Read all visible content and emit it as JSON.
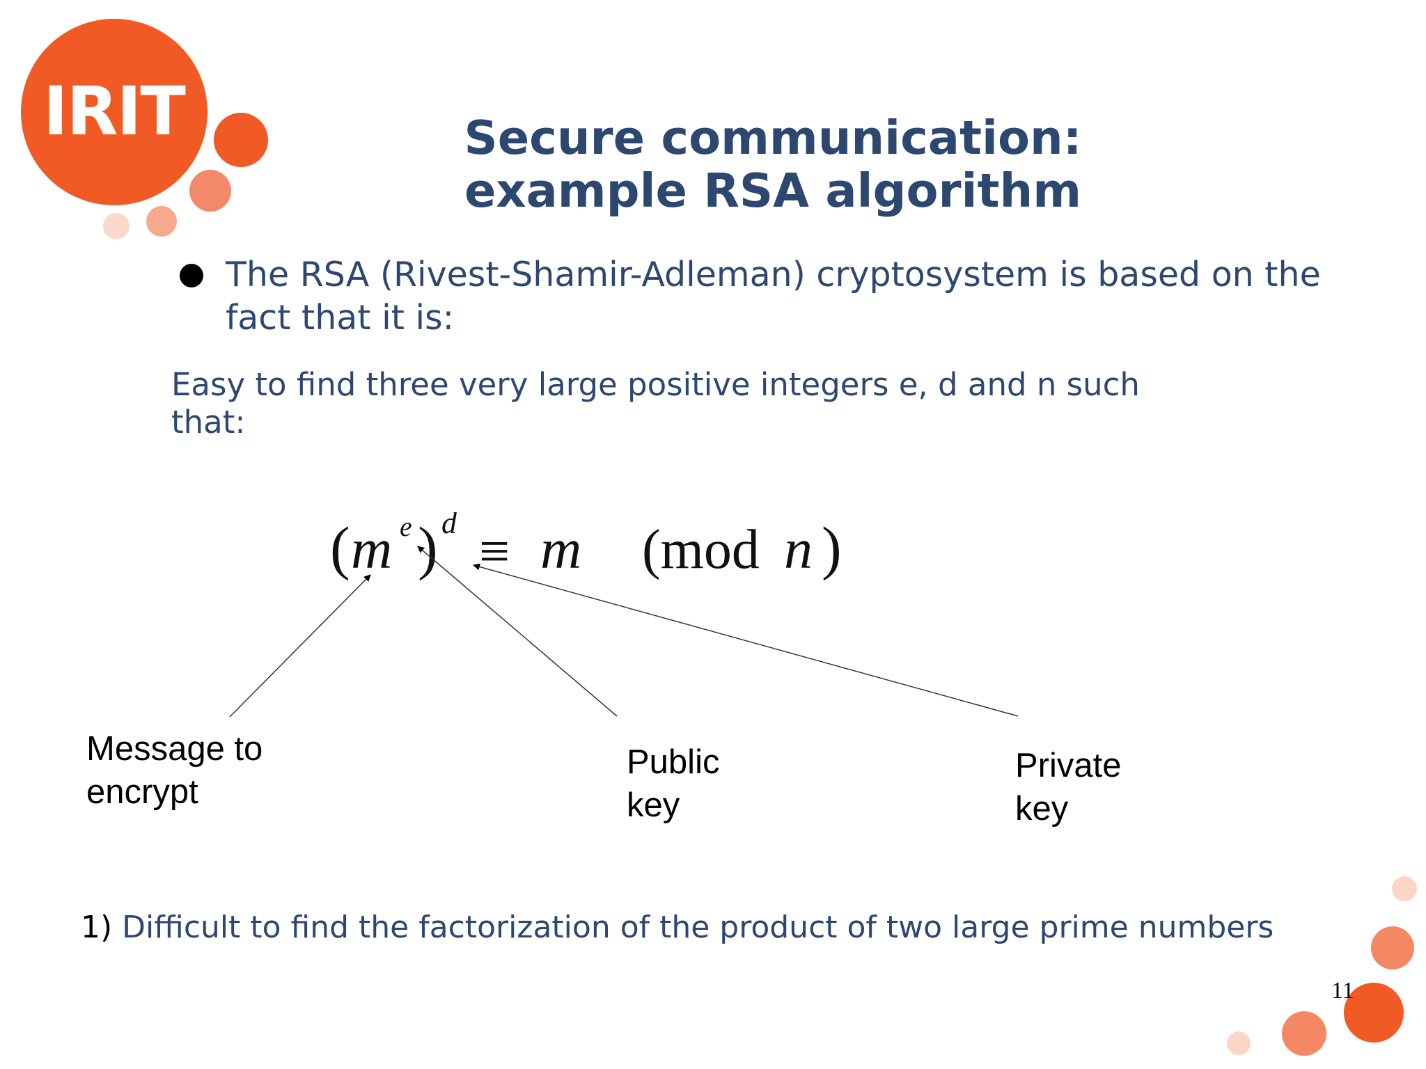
{
  "slide": {
    "logo": {
      "text": "IRIT"
    },
    "title": {
      "line1": "Secure communication:",
      "line2": "example RSA algorithm"
    },
    "bullet": {
      "text": "The RSA (Rivest-Shamir-Adleman) cryptosystem is based on the fact that it is:"
    },
    "paragraph": "Easy to find three very large positive integers e, d and n such that:",
    "formula": {
      "open_paren": "(",
      "base": "m",
      "exp_e": "e",
      "close_paren": ")",
      "exp_d": "d",
      "equiv": "≡",
      "rhs": "m",
      "mod_open": "(mod",
      "mod_var": "n",
      "mod_close": ")"
    },
    "labels": {
      "message_line1": "Message to",
      "message_line2": "encrypt",
      "public_line1": "Public",
      "public_line2": "key",
      "private_line1": "Private",
      "private_line2": "key"
    },
    "bottom": {
      "number": "1)",
      "text": "Difficult to find the factorization of the product of two large prime numbers"
    },
    "page_number": "11"
  },
  "colors": {
    "title": "#2c4770",
    "accent_orange": "#f15a24",
    "light_orange": "#f48865",
    "pale_orange": "#fbd0c0"
  }
}
